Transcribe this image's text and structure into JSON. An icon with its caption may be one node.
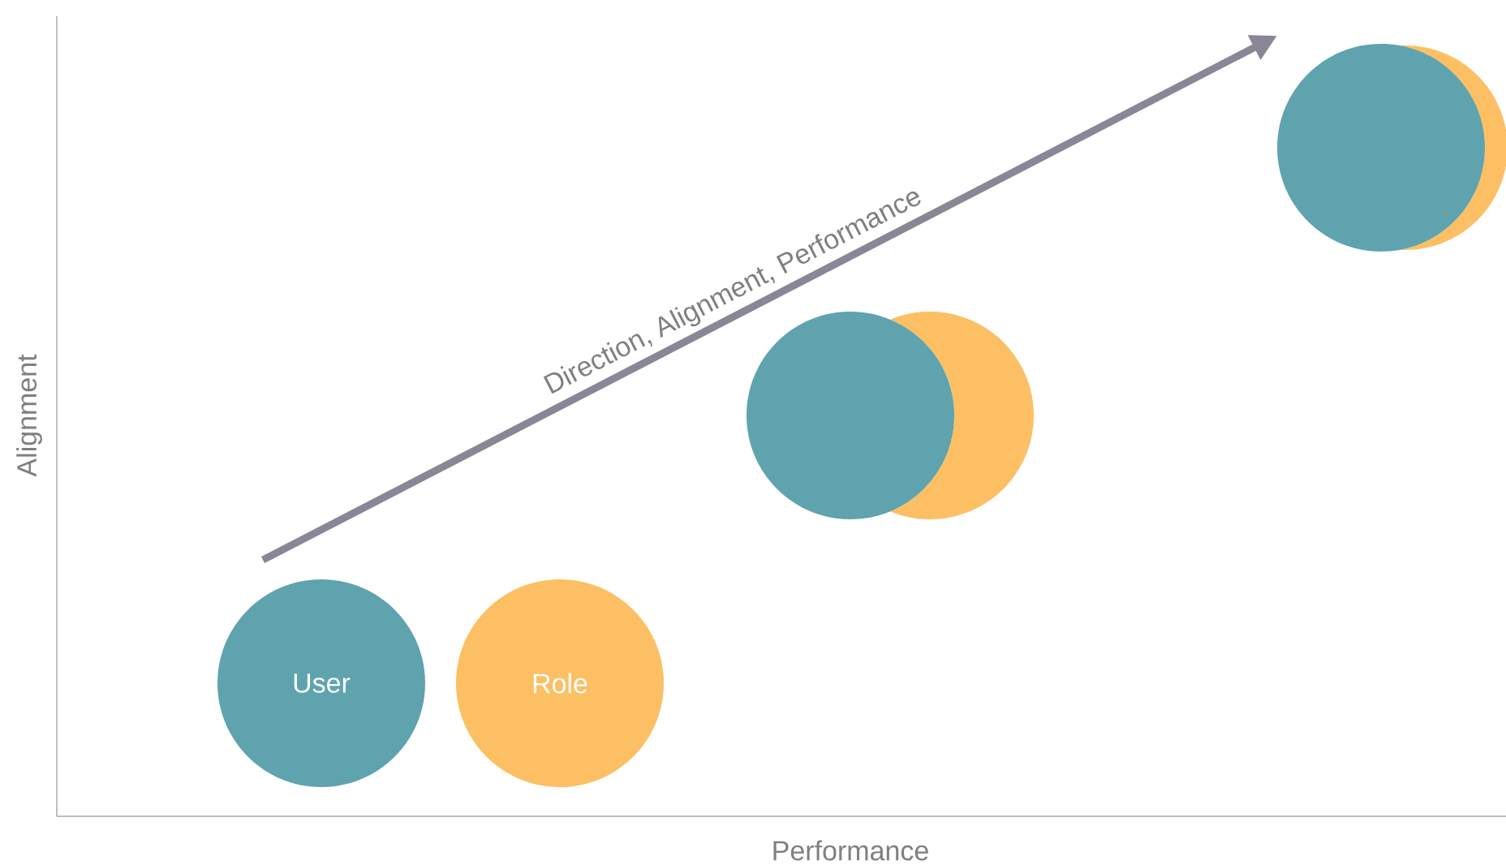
{
  "diagram": {
    "nodes": [
      {
        "text": [
          "User"
        ]
      },
      {
        "text": [
          "Role"
        ]
      },
      {
        "text": [],
        "shape": "circle"
      },
      {
        "text": [],
        "shape": "circle"
      },
      {
        "text": [],
        "shape": "circle"
      },
      {
        "text": [],
        "shape": "circle"
      }
    ],
    "labels": [
      "Direction, Alignment, Performance",
      "Alignment",
      "Performance"
    ]
  }
}
